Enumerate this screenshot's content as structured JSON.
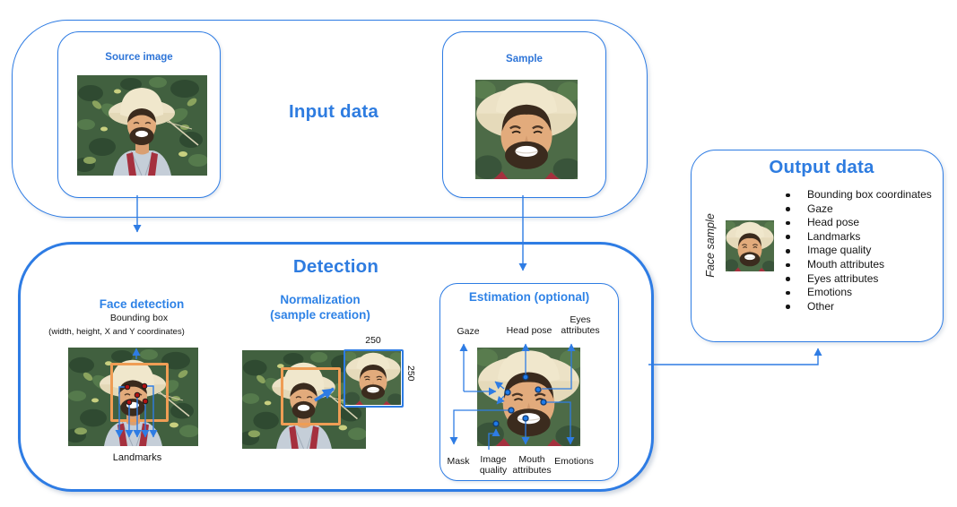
{
  "colors": {
    "blue_accent": "#2e7ce4",
    "blue_text": "#2e7ce0",
    "orange_bbox": "#ef9d55",
    "red_landmark": "#b11212",
    "blue_dot": "#1f7be8"
  },
  "input": {
    "title": "Input data",
    "source_box": {
      "label": "Source image",
      "photo": "man-in-hat-photo"
    },
    "sample_box": {
      "label": "Sample",
      "photo": "face-crop-photo"
    }
  },
  "detection": {
    "title": "Detection",
    "face_detection": {
      "title": "Face detection",
      "bounding_box_label": "Bounding box",
      "bounding_box_sub": "(width, height, X and Y coordinates)",
      "landmarks_label": "Landmarks"
    },
    "normalization": {
      "title": "Normalization",
      "subtitle": "(sample creation)",
      "width_label": "250",
      "height_label": "250"
    },
    "estimation": {
      "title": "Estimation (optional)",
      "labels": {
        "gaze": "Gaze",
        "head_pose": "Head pose",
        "eyes_attributes": "Eyes attributes",
        "mask": "Mask",
        "image_quality": "Image quality",
        "mouth_attributes": "Mouth attributes",
        "emotions": "Emotions"
      }
    }
  },
  "output": {
    "title": "Output data",
    "face_sample_label": "Face sample",
    "items": [
      "Bounding box coordinates",
      "Gaze",
      "Head pose",
      "Landmarks",
      "Image quality",
      "Mouth attributes",
      "Eyes attributes",
      "Emotions",
      "Other"
    ]
  }
}
